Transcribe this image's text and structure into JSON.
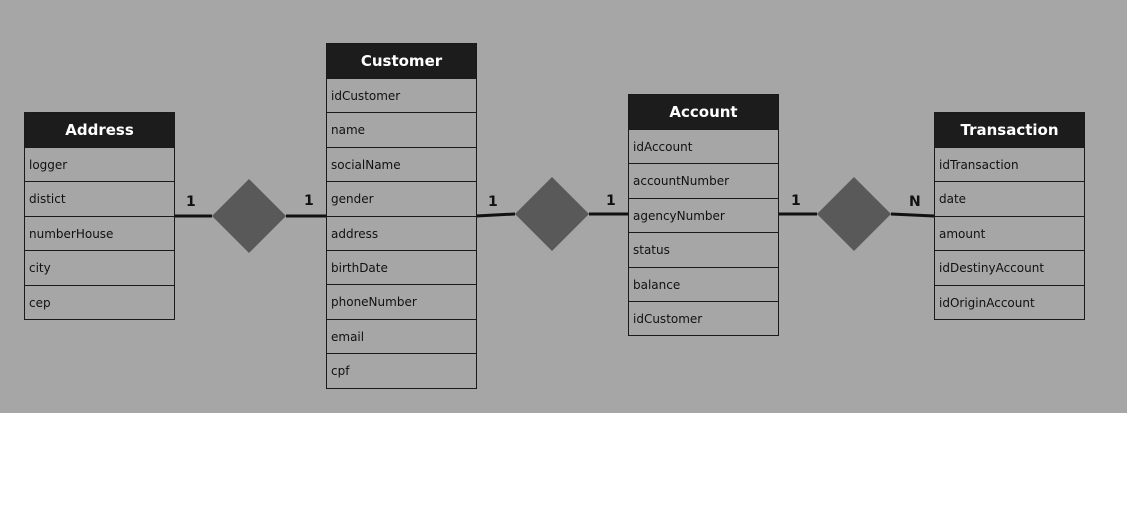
{
  "diagram": {
    "entities": [
      {
        "id": "address",
        "title": "Address",
        "attributes": [
          "logger",
          "distict",
          "numberHouse",
          "city",
          "cep"
        ]
      },
      {
        "id": "customer",
        "title": "Customer",
        "attributes": [
          "idCustomer",
          "name",
          "socialName",
          "gender",
          "address",
          "birthDate",
          "phoneNumber",
          "email",
          "cpf"
        ]
      },
      {
        "id": "account",
        "title": "Account",
        "attributes": [
          "idAccount",
          "accountNumber",
          "agencyNumber",
          "status",
          "balance",
          "idCustomer"
        ]
      },
      {
        "id": "transaction",
        "title": "Transaction",
        "attributes": [
          "idTransaction",
          "date",
          "amount",
          "idDestinyAccount",
          "idOriginAccount"
        ]
      }
    ],
    "relationships": [
      {
        "from": "address",
        "to": "customer",
        "from_card": "1",
        "to_card": "1"
      },
      {
        "from": "customer",
        "to": "account",
        "from_card": "1",
        "to_card": "1"
      },
      {
        "from": "account",
        "to": "transaction",
        "from_card": "1",
        "to_card": "N"
      }
    ],
    "colors": {
      "background": "#a6a6a6",
      "header": "#1c1c1c",
      "diamond": "#595959",
      "line": "#111111"
    }
  }
}
